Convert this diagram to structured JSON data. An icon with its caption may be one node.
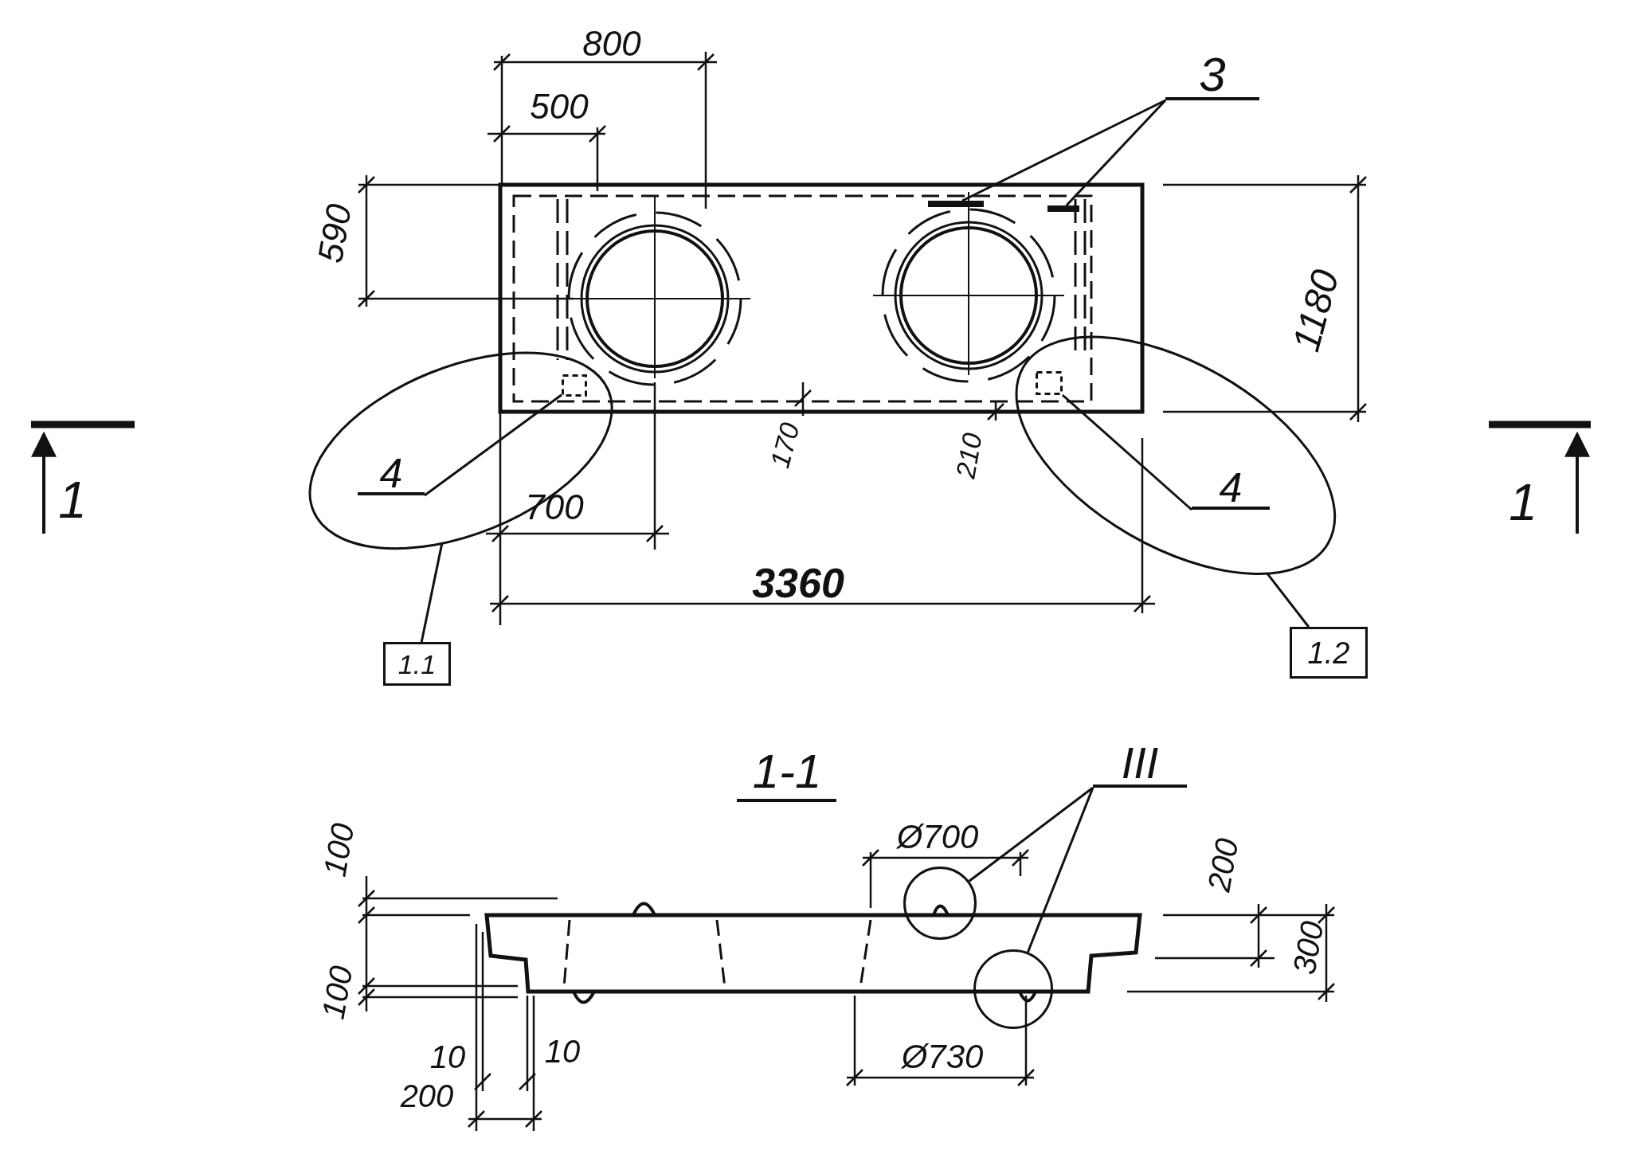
{
  "diagram": {
    "nodes": [
      {
        "text": [
          "3"
        ]
      },
      {
        "text": [],
        "shape": "bar"
      },
      {
        "text": [],
        "shape": "bar"
      },
      {
        "text": [],
        "shape": "ellipse"
      },
      {
        "text": [
          "4"
        ],
        "in": 3
      },
      {
        "text": [],
        "shape": "box",
        "in": 3
      },
      {
        "text": [
          "1.1"
        ]
      },
      {
        "text": [],
        "shape": "ellipse"
      },
      {
        "text": [
          "4"
        ],
        "in": 7
      },
      {
        "text": [],
        "shape": "box",
        "in": 7
      },
      {
        "text": [
          "1.2"
        ]
      },
      {
        "text": [
          "III"
        ]
      },
      {
        "text": [],
        "shape": "circle"
      },
      {
        "text": [],
        "shape": "circle"
      }
    ],
    "edges": [
      {
        "from": 0,
        "to": 1,
        "arrow": "none"
      },
      {
        "from": 0,
        "to": 2,
        "arrow": "none"
      },
      {
        "from": 4,
        "to": 5,
        "arrow": "none"
      },
      {
        "from": 8,
        "to": 9,
        "arrow": "none"
      },
      {
        "from": 3,
        "to": 6,
        "arrow": "none"
      },
      {
        "from": 7,
        "to": 10,
        "arrow": "none"
      },
      {
        "from": 11,
        "to": 12,
        "arrow": "none"
      },
      {
        "from": 11,
        "to": 13,
        "arrow": "none"
      }
    ],
    "labels": [
      "800",
      "500",
      "590",
      "1180",
      "170",
      "210",
      "1",
      "1",
      "700",
      "3360",
      "1-1",
      "Ø700",
      "100",
      "200",
      "300",
      "100",
      "10",
      "10",
      "Ø730",
      "200"
    ]
  }
}
